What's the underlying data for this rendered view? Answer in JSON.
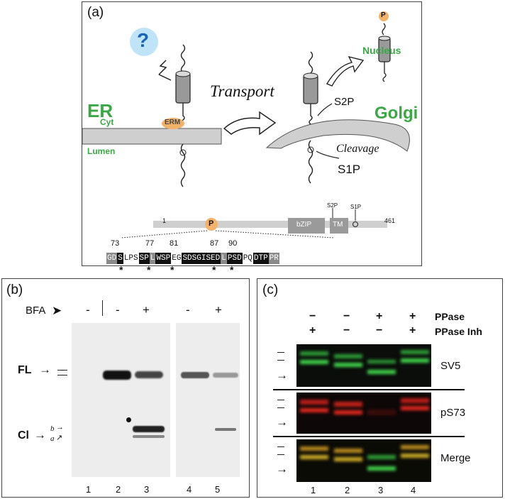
{
  "panel_a": {
    "label": "(a)",
    "question": "?",
    "er": "ER",
    "cyt": "Cyt",
    "lumen": "Lumen",
    "erm": "ERM",
    "transport": "Transport",
    "golgi": "Golgi",
    "s2p": "S2P",
    "s1p": "S1P",
    "cleavage": "Cleavage",
    "nucleus": "Nucleus",
    "p": "P",
    "domain_map": {
      "start": "1",
      "end": "461",
      "p": "P",
      "bzip": "bZIP",
      "tm": "TM",
      "s2p": "S2P",
      "s1p": "S1P"
    },
    "positions": [
      "73",
      "77",
      "81",
      "87",
      "90"
    ],
    "sequence": [
      {
        "t": "GD",
        "c": "gry"
      },
      {
        "t": "S",
        "c": "blk"
      },
      {
        "t": "LPS",
        "c": "wht"
      },
      {
        "t": "SP",
        "c": "blk"
      },
      {
        "t": "L",
        "c": "gry"
      },
      {
        "t": "WSP",
        "c": "blk"
      },
      {
        "t": "EG",
        "c": "wht"
      },
      {
        "t": "SDSGISED",
        "c": "blk"
      },
      {
        "t": "L",
        "c": "gry"
      },
      {
        "t": "PSD",
        "c": "blk"
      },
      {
        "t": "PQ",
        "c": "wht"
      },
      {
        "t": "DTP",
        "c": "blk"
      },
      {
        "t": "PR",
        "c": "gry"
      }
    ],
    "star": "*"
  },
  "panel_b": {
    "label": "(b)",
    "bfa": "BFA",
    "bfa_states": [
      "-",
      "-",
      "+",
      "-",
      "+"
    ],
    "fl": "FL",
    "cl": "Cl",
    "cl_b": "b",
    "cl_a": "a",
    "lanes": [
      "1",
      "2",
      "3",
      "4",
      "5"
    ]
  },
  "panel_c": {
    "label": "(c)",
    "ppase": "PPase",
    "ppase_inh": "PPase Inh",
    "ppase_states": [
      "−",
      "−",
      "+",
      "+"
    ],
    "inh_states": [
      "+",
      "−",
      "−",
      "+"
    ],
    "rows": [
      "SV5",
      "pS73",
      "Merge"
    ],
    "lanes": [
      "1",
      "2",
      "3",
      "4"
    ],
    "colors": {
      "green": "#3fd14a",
      "red": "#e2261e",
      "merge": "#c8a826"
    }
  }
}
